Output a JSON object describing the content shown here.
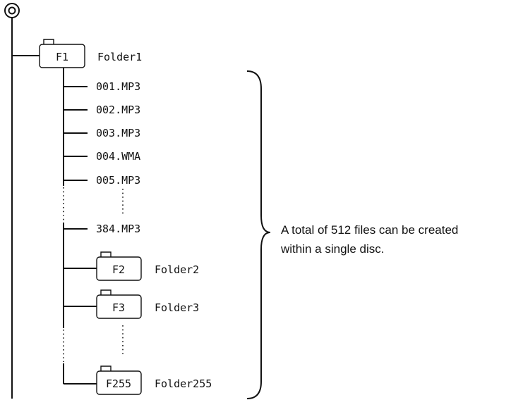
{
  "root": {
    "icon": "disc-root-icon"
  },
  "folders": {
    "f1": {
      "badge": "F1",
      "name": "Folder1"
    },
    "f2": {
      "badge": "F2",
      "name": "Folder2"
    },
    "f3": {
      "badge": "F3",
      "name": "Folder3"
    },
    "f255": {
      "badge": "F255",
      "name": "Folder255"
    }
  },
  "files": [
    "001.MP3",
    "002.MP3",
    "003.MP3",
    "004.WMA",
    "005.MP3",
    "384.MP3"
  ],
  "note": {
    "line1": "A total of 512 files can be created",
    "line2": "within a single disc."
  }
}
